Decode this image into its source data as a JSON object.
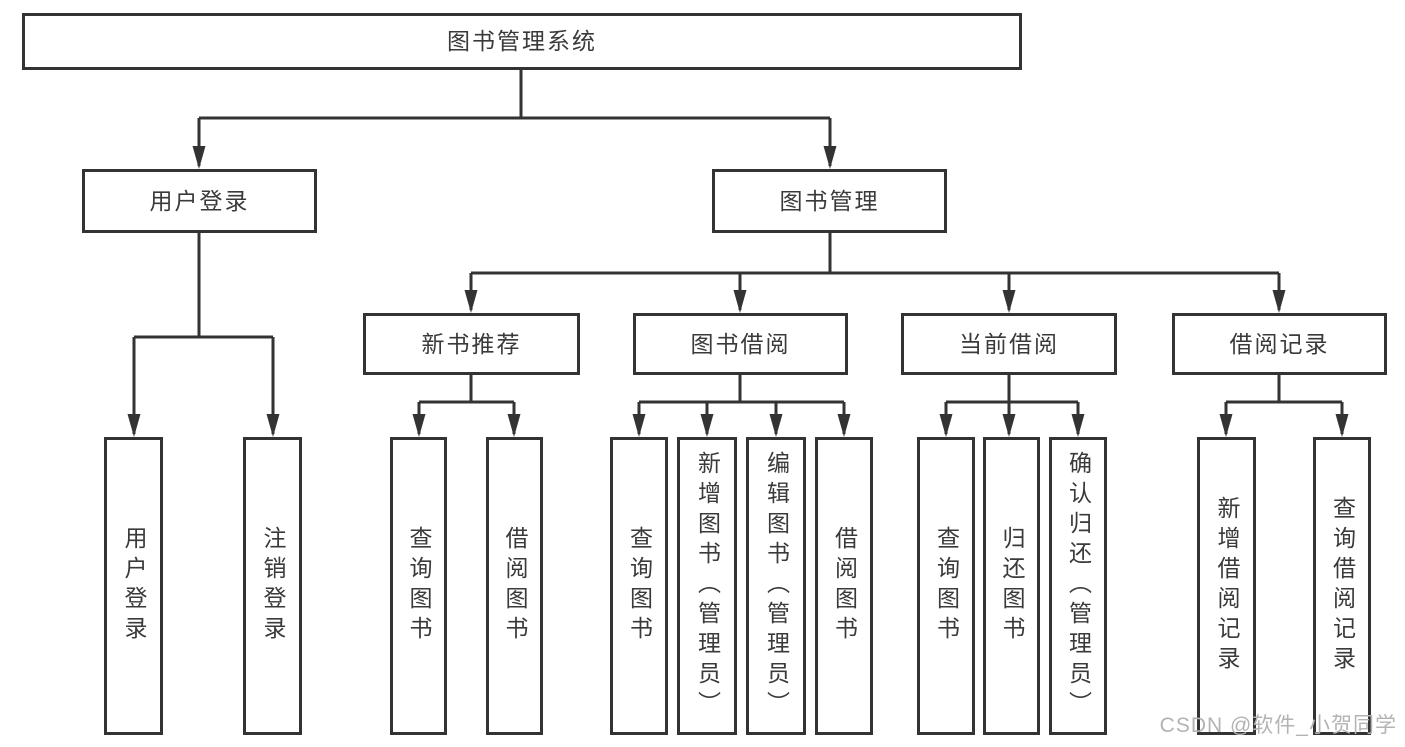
{
  "colors": {
    "line": "#333333",
    "text": "#3a3a3a",
    "watermark": "#b3b3b3",
    "background": "#ffffff"
  },
  "root": {
    "label": "图书管理系统"
  },
  "level2": {
    "user_login": {
      "label": "用户登录"
    },
    "book_mgmt": {
      "label": "图书管理"
    }
  },
  "level3": {
    "new_books": {
      "label": "新书推荐"
    },
    "book_borrow": {
      "label": "图书借阅"
    },
    "current_borrow": {
      "label": "当前借阅"
    },
    "borrow_records": {
      "label": "借阅记录"
    }
  },
  "leaves": {
    "user_login": [
      {
        "label": "用户登录"
      },
      {
        "label": "注销登录"
      }
    ],
    "new_books": [
      {
        "label": "查询图书"
      },
      {
        "label": "借阅图书"
      }
    ],
    "book_borrow": [
      {
        "label": "查询图书"
      },
      {
        "label": "新增图书（管理员）"
      },
      {
        "label": "编辑图书（管理员）"
      },
      {
        "label": "借阅图书"
      }
    ],
    "current_borrow": [
      {
        "label": "查询图书"
      },
      {
        "label": "归还图书"
      },
      {
        "label": "确认归还（管理员）"
      }
    ],
    "borrow_records": [
      {
        "label": "新增借阅记录"
      },
      {
        "label": "查询借阅记录"
      }
    ]
  },
  "watermark": {
    "text": "CSDN @软件_小贺同学"
  }
}
